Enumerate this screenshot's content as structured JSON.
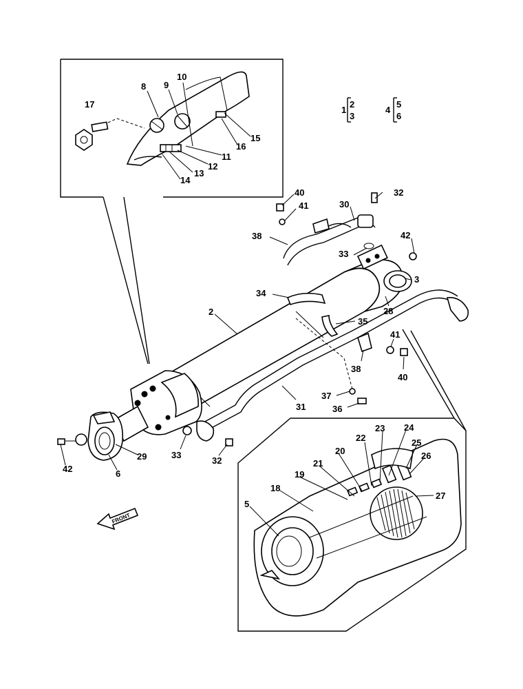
{
  "legend": {
    "group1": {
      "lead": "1",
      "items": [
        "2",
        "3"
      ]
    },
    "group2": {
      "lead": "4",
      "items": [
        "5",
        "6"
      ]
    }
  },
  "front_arrow": "FRONT",
  "labels": {
    "l2": "2",
    "l3": "3",
    "l5": "5",
    "l6": "6",
    "l8": "8",
    "l9": "9",
    "l10": "10",
    "l11": "11",
    "l12": "12",
    "l13": "13",
    "l14": "14",
    "l15": "15",
    "l16": "16",
    "l17": "17",
    "l18": "18",
    "l19": "19",
    "l20": "20",
    "l21": "21",
    "l22": "22",
    "l23": "23",
    "l24": "24",
    "l25": "25",
    "l26": "26",
    "l27": "27",
    "l28": "28",
    "l29": "29",
    "l30": "30",
    "l31": "31",
    "l32a": "32",
    "l32b": "32",
    "l33a": "33",
    "l33b": "33",
    "l34": "34",
    "l35": "35",
    "l36": "36",
    "l37": "37",
    "l38a": "38",
    "l38b": "38",
    "l40a": "40",
    "l40b": "40",
    "l41a": "41",
    "l41b": "41",
    "l42a": "42",
    "l42b": "42"
  }
}
